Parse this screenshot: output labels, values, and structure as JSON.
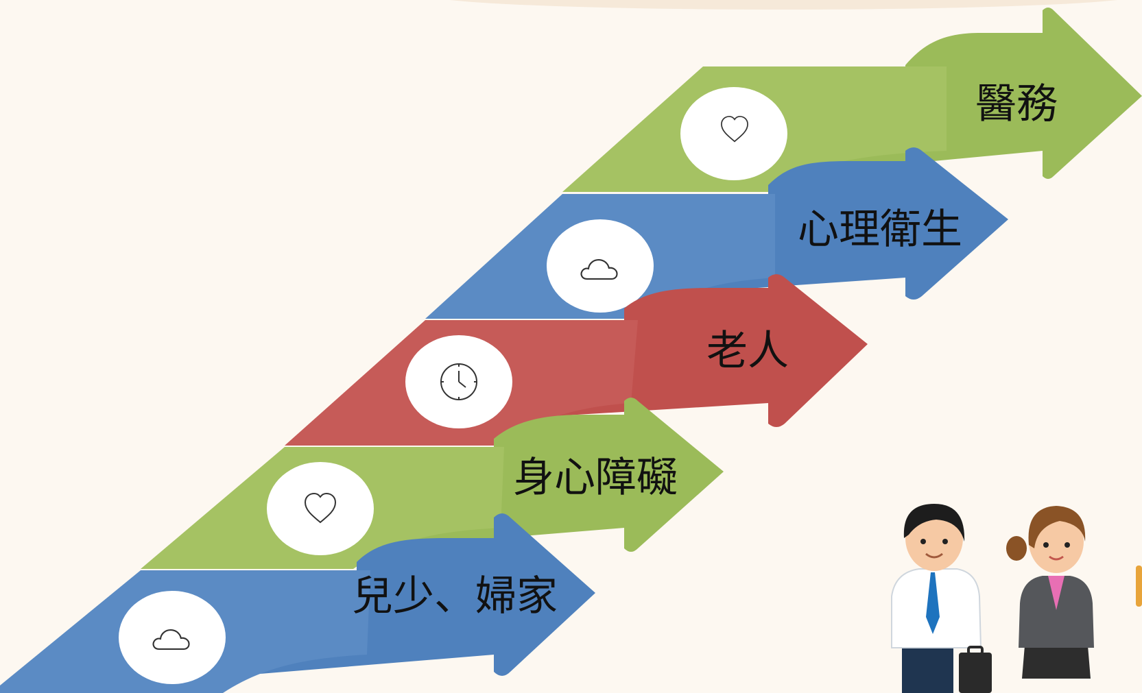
{
  "colors": {
    "background": "#fdf8f1",
    "blue": "#4f81bd",
    "blue_light": "#5b8bc4",
    "green": "#9bbb59",
    "green_light": "#a5c263",
    "red": "#c0504d",
    "red_light": "#c65b58"
  },
  "steps": [
    {
      "label": "兒少、婦家",
      "icon": "cloud-icon",
      "color": "blue"
    },
    {
      "label": "身心障礙",
      "icon": "heart-icon",
      "color": "green"
    },
    {
      "label": "老人",
      "icon": "clock-icon",
      "color": "red"
    },
    {
      "label": "心理衛生",
      "icon": "cloud-icon",
      "color": "blue"
    },
    {
      "label": "醫務",
      "icon": "heart-icon",
      "color": "green"
    }
  ],
  "illustration": "business-people"
}
